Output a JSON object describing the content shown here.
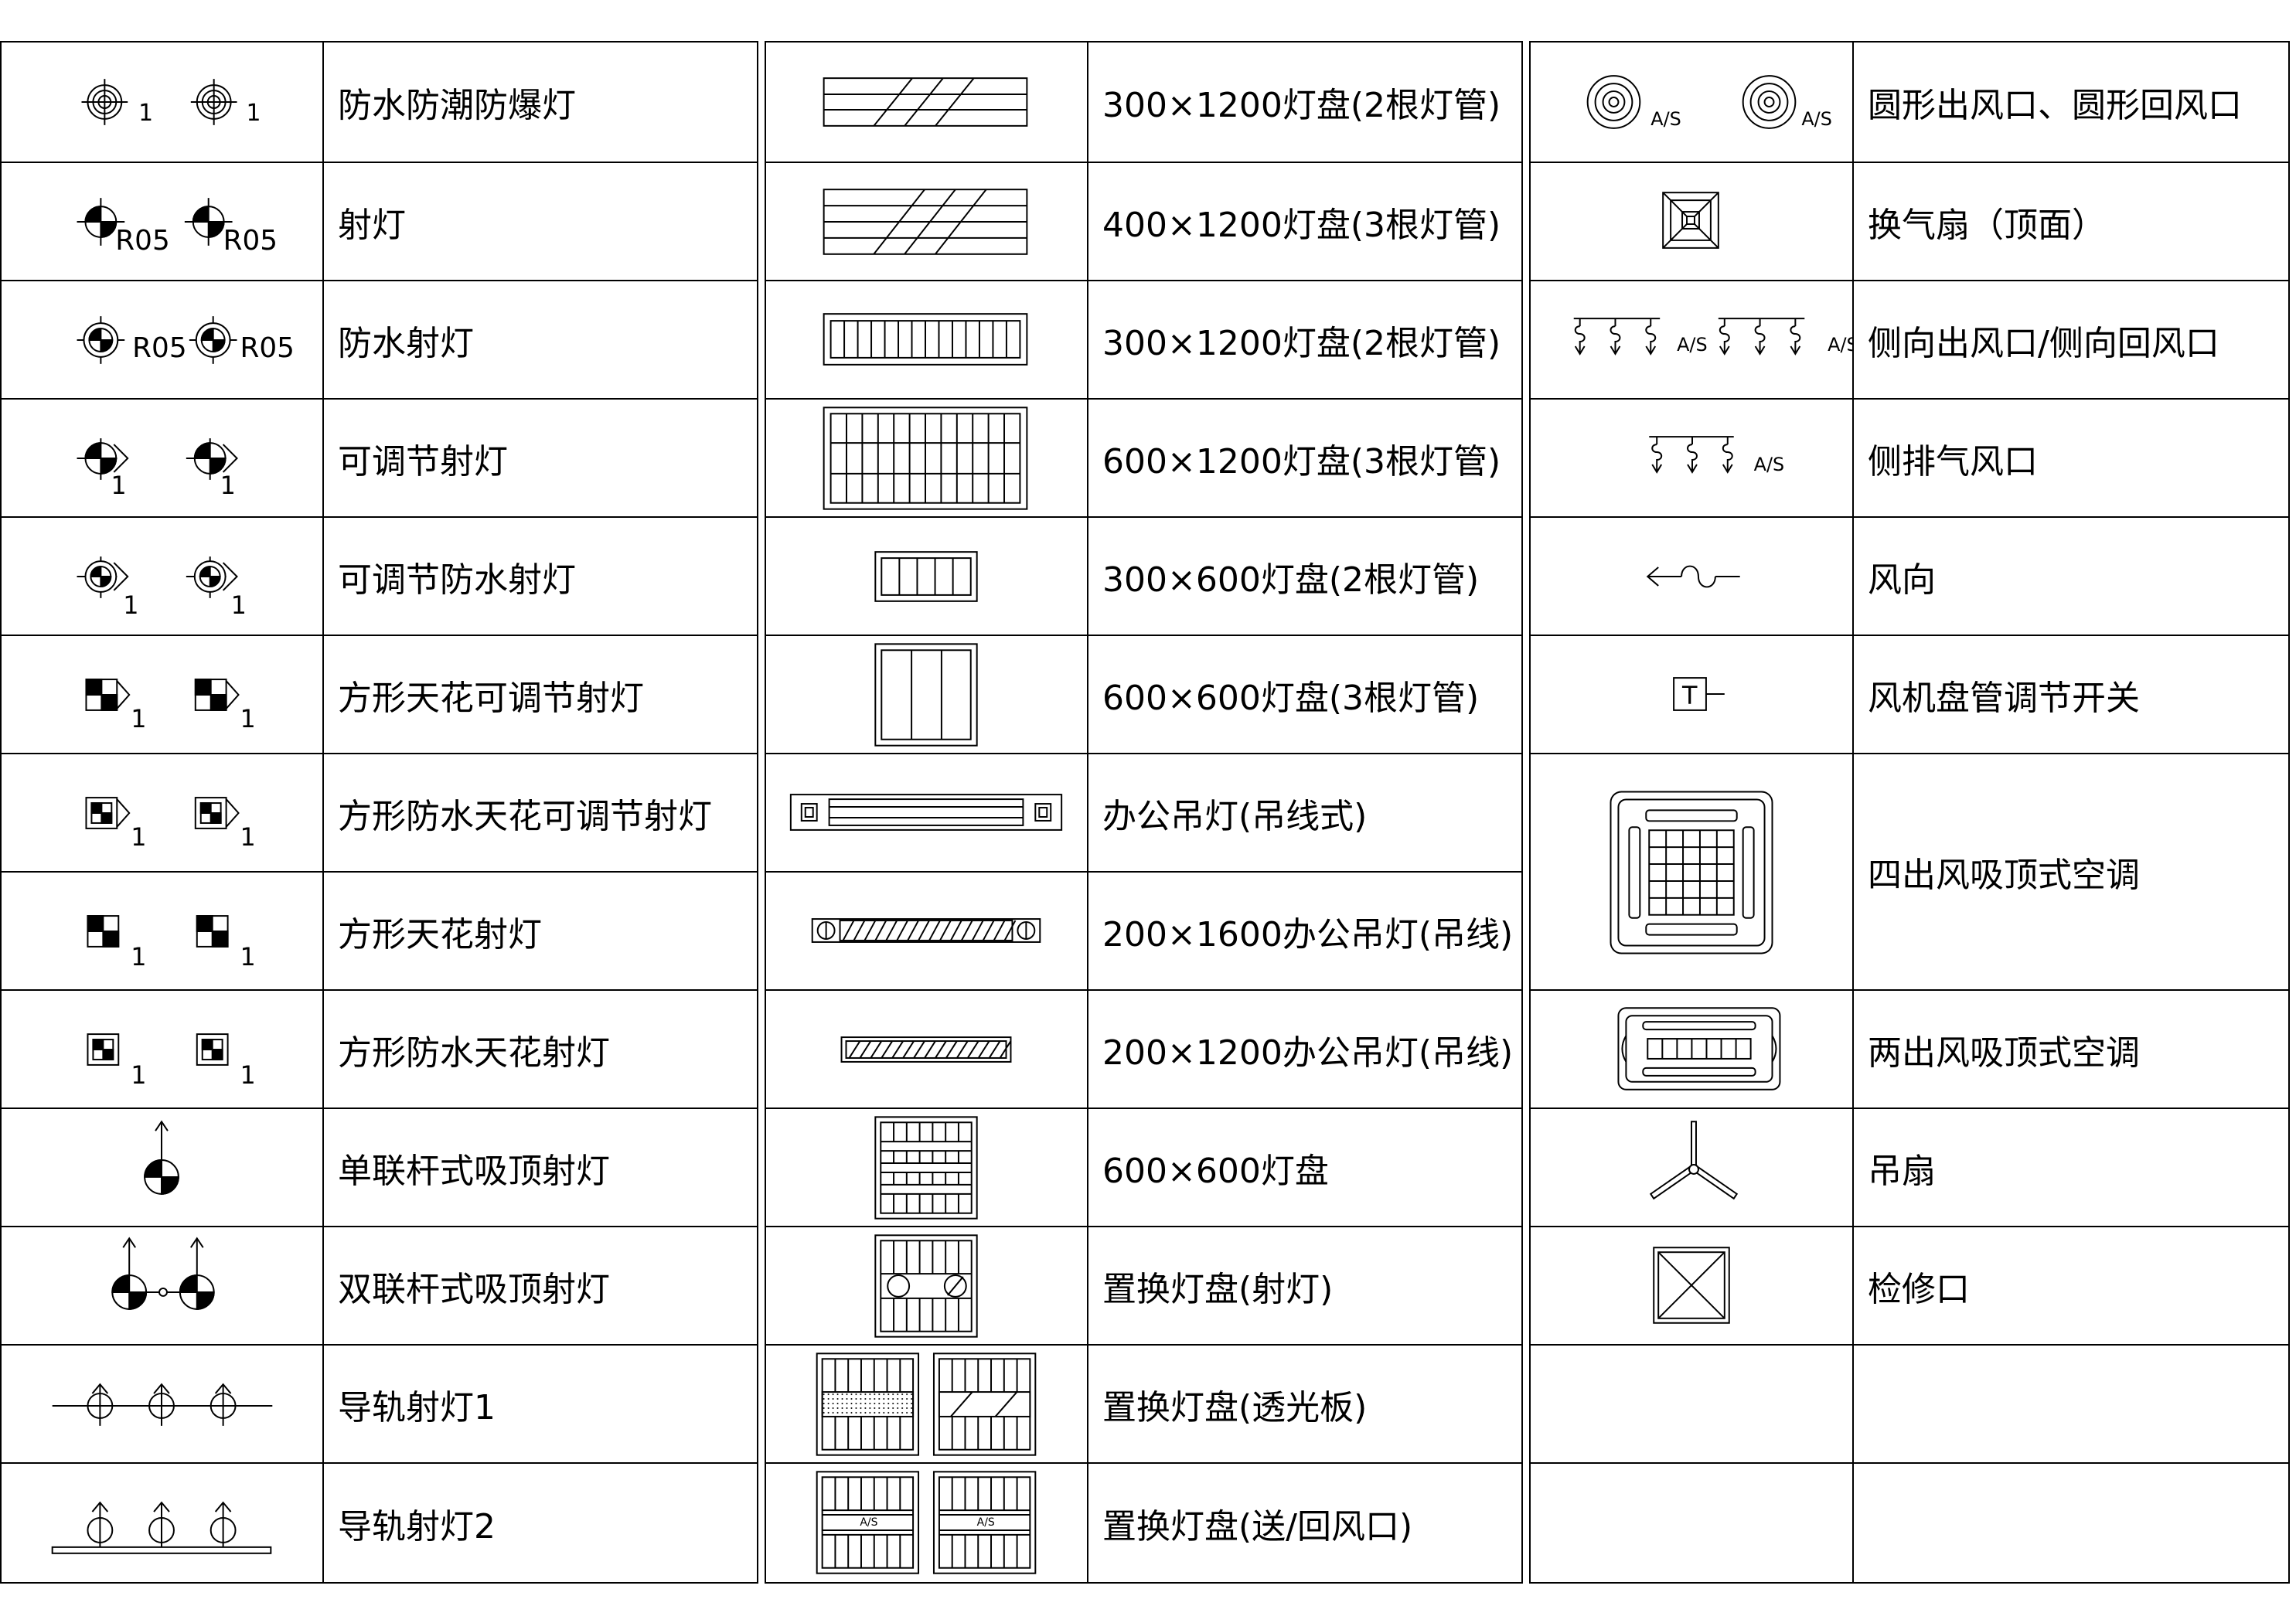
{
  "legend": {
    "columns": [
      {
        "name": "lighting-fixtures",
        "rows": [
          {
            "id": "r1",
            "label": "防水防潮防爆灯",
            "icon": "waterproof-explosion-proof-lamp-icon",
            "marks": [
              "1",
              "1"
            ]
          },
          {
            "id": "r2",
            "label": "射灯",
            "icon": "spotlight-icon",
            "marks": [
              "R05",
              "R05"
            ]
          },
          {
            "id": "r3",
            "label": "防水射灯",
            "icon": "waterproof-spotlight-icon",
            "marks": [
              "R05",
              "R05"
            ]
          },
          {
            "id": "r4",
            "label": "可调节射灯",
            "icon": "adjustable-spotlight-icon",
            "marks": [
              "1",
              "1"
            ]
          },
          {
            "id": "r5",
            "label": "可调节防水射灯",
            "icon": "adjustable-waterproof-spotlight-icon",
            "marks": [
              "1",
              "1"
            ]
          },
          {
            "id": "r6",
            "label": "方形天花可调节射灯",
            "icon": "square-adjustable-spotlight-icon",
            "marks": [
              "1",
              "1"
            ]
          },
          {
            "id": "r7",
            "label": "方形防水天花可调节射灯",
            "icon": "square-waterproof-adjustable-spotlight-icon",
            "marks": [
              "1",
              "1"
            ]
          },
          {
            "id": "r8",
            "label": "方形天花射灯",
            "icon": "square-ceiling-spotlight-icon",
            "marks": [
              "1",
              "1"
            ]
          },
          {
            "id": "r9",
            "label": "方形防水天花射灯",
            "icon": "square-waterproof-ceiling-spotlight-icon",
            "marks": [
              "1",
              "1"
            ]
          },
          {
            "id": "r10",
            "label": "单联杆式吸顶射灯",
            "icon": "single-rod-ceiling-spotlight-icon",
            "marks": []
          },
          {
            "id": "r11",
            "label": "双联杆式吸顶射灯",
            "icon": "double-rod-ceiling-spotlight-icon",
            "marks": []
          },
          {
            "id": "r12",
            "label": "导轨射灯1",
            "icon": "track-spotlight-1-icon",
            "marks": []
          },
          {
            "id": "r13",
            "label": "导轨射灯2",
            "icon": "track-spotlight-2-icon",
            "marks": []
          }
        ]
      },
      {
        "name": "light-panels",
        "rows": [
          {
            "id": "p1",
            "label": "300×1200灯盘(2根灯管)",
            "icon": "panel-300x1200-diagonal-icon",
            "marks": []
          },
          {
            "id": "p2",
            "label": "400×1200灯盘(3根灯管)",
            "icon": "panel-400x1200-diagonal-icon",
            "marks": []
          },
          {
            "id": "p3",
            "label": "300×1200灯盘(2根灯管)",
            "icon": "panel-300x1200-grille-icon",
            "marks": []
          },
          {
            "id": "p4",
            "label": "600×1200灯盘(3根灯管)",
            "icon": "panel-600x1200-grille-icon",
            "marks": []
          },
          {
            "id": "p5",
            "label": "300×600灯盘(2根灯管)",
            "icon": "panel-300x600-grille-icon",
            "marks": []
          },
          {
            "id": "p6",
            "label": "600×600灯盘(3根灯管)",
            "icon": "panel-600x600-grille-icon",
            "marks": []
          },
          {
            "id": "p7",
            "label": "办公吊灯(吊线式)",
            "icon": "office-pendant-wire-icon",
            "marks": []
          },
          {
            "id": "p8",
            "label": "200×1600办公吊灯(吊线)",
            "icon": "office-pendant-200x1600-icon",
            "marks": []
          },
          {
            "id": "p9",
            "label": "200×1200办公吊灯(吊线)",
            "icon": "office-pendant-200x1200-icon",
            "marks": []
          },
          {
            "id": "p10",
            "label": "600×600灯盘",
            "icon": "panel-600x600-icon",
            "marks": []
          },
          {
            "id": "p11",
            "label": "置换灯盘(射灯)",
            "icon": "replacement-panel-spotlight-icon",
            "marks": []
          },
          {
            "id": "p12",
            "label": "置换灯盘(透光板)",
            "icon": "replacement-panel-diffuser-icon",
            "marks": []
          },
          {
            "id": "p13",
            "label": "置换灯盘(送/回风口)",
            "icon": "replacement-panel-vent-icon",
            "marks": [
              "A/S",
              "A/S"
            ]
          }
        ]
      },
      {
        "name": "hvac",
        "rows": [
          {
            "id": "h1",
            "label": "圆形出风口、圆形回风口",
            "icon": "round-diffuser-icon",
            "marks": [
              "A/S",
              "A/S"
            ]
          },
          {
            "id": "h2",
            "label": "换气扇（顶面）",
            "icon": "ceiling-exhaust-fan-icon",
            "marks": []
          },
          {
            "id": "h3",
            "label": "侧向出风口/侧向回风口",
            "icon": "side-air-outlet-icon",
            "marks": [
              "A/S",
              "A/S"
            ]
          },
          {
            "id": "h4",
            "label": "侧排气风口",
            "icon": "side-exhaust-vent-icon",
            "marks": [
              "A/S"
            ]
          },
          {
            "id": "h5",
            "label": "风向",
            "icon": "air-direction-icon",
            "marks": []
          },
          {
            "id": "h6",
            "label": "风机盘管调节开关",
            "icon": "fan-coil-switch-icon",
            "marks": [
              "T"
            ]
          },
          {
            "id": "h7",
            "label": "四出风吸顶式空调",
            "icon": "four-way-cassette-ac-icon",
            "marks": []
          },
          {
            "id": "h8",
            "label": "两出风吸顶式空调",
            "icon": "two-way-cassette-ac-icon",
            "marks": []
          },
          {
            "id": "h9",
            "label": "吊扇",
            "icon": "ceiling-fan-icon",
            "marks": []
          },
          {
            "id": "h10",
            "label": "检修口",
            "icon": "access-hatch-icon",
            "marks": []
          },
          {
            "id": "h11",
            "label": "",
            "icon": "",
            "marks": []
          },
          {
            "id": "h12",
            "label": "",
            "icon": "",
            "marks": []
          }
        ]
      }
    ]
  }
}
